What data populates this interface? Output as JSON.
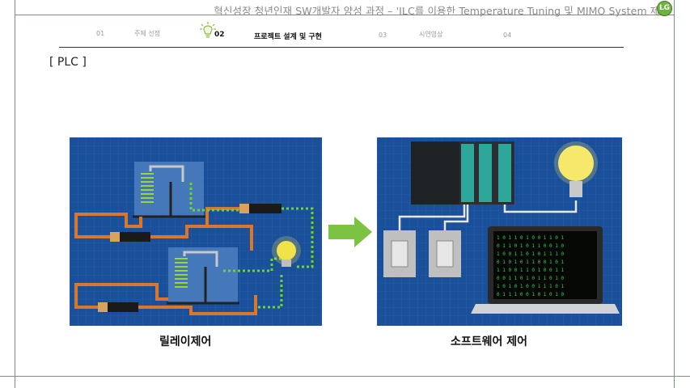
{
  "header": {
    "title": "혁신성장 청년인재 SW개발자 양성 과정 – 'ILC를 이용한 Temperature Tuning 및 MIMO System 제어",
    "logo_text": "LG"
  },
  "nav": {
    "items": [
      {
        "num": "01",
        "label": "주제 선정"
      },
      {
        "num": "02",
        "label": "프로젝트 설계 및 구현"
      },
      {
        "num": "03",
        "label": "시연영상"
      },
      {
        "num": "04",
        "label": ""
      }
    ],
    "active_index": 1,
    "active_icon": "lightbulb-icon"
  },
  "section": {
    "label": "[ PLC ]"
  },
  "figures": {
    "left_caption": "릴레이제어",
    "right_caption": "소프트웨어 제어",
    "arrow_color": "#7cc243",
    "panel_bg": "#1a4f9a"
  }
}
